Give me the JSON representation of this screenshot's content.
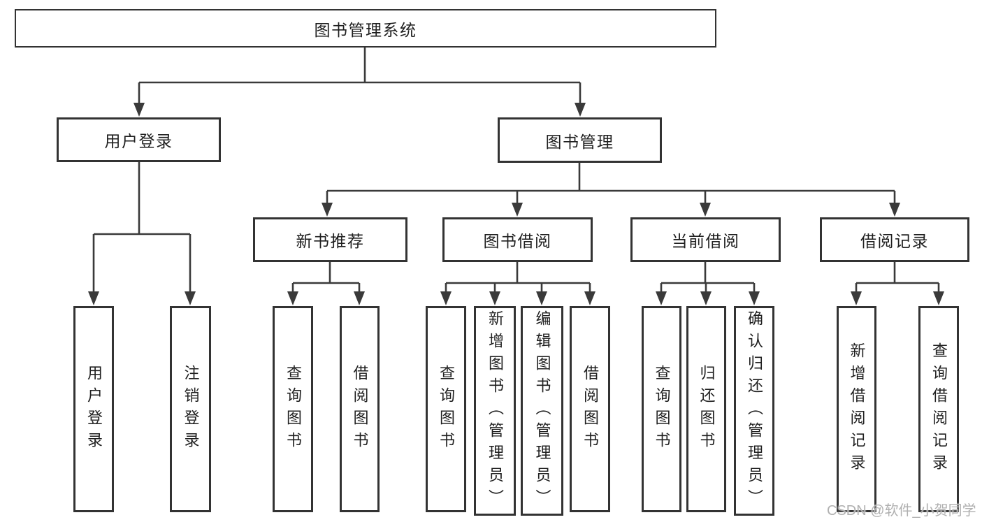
{
  "tree": {
    "label": "图书管理系统",
    "children": [
      {
        "label": "用户登录",
        "children": [
          {
            "label": "用户登录"
          },
          {
            "label": "注销登录"
          }
        ]
      },
      {
        "label": "图书管理",
        "children": [
          {
            "label": "新书推荐",
            "children": [
              {
                "label": "查询图书"
              },
              {
                "label": "借阅图书"
              }
            ]
          },
          {
            "label": "图书借阅",
            "children": [
              {
                "label": "查询图书"
              },
              {
                "label": "新增图书（管理员）"
              },
              {
                "label": "编辑图书（管理员）"
              },
              {
                "label": "借阅图书"
              }
            ]
          },
          {
            "label": "当前借阅",
            "children": [
              {
                "label": "查询图书"
              },
              {
                "label": "归还图书"
              },
              {
                "label": "确认归还（管理员）"
              }
            ]
          },
          {
            "label": "借阅记录",
            "children": [
              {
                "label": "新增借阅记录"
              },
              {
                "label": "查询借阅记录"
              }
            ]
          }
        ]
      }
    ]
  },
  "watermark": {
    "text": "CSDN @软件_小贺同学",
    "color": "#b0b0b0"
  },
  "colors": {
    "line": "#3a3a3a",
    "box_border": "#333333",
    "text": "#1f1f1f",
    "background": "#ffffff"
  }
}
